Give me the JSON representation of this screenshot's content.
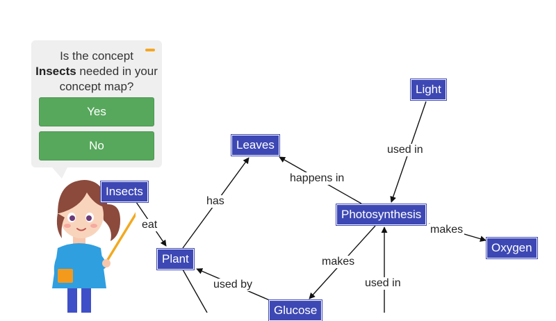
{
  "popup": {
    "question_before": "Is the concept",
    "concept": "Insects",
    "question_after": "needed in your concept map?",
    "yes_label": "Yes",
    "no_label": "No"
  },
  "nodes": {
    "light": "Light",
    "leaves": "Leaves",
    "insects": "Insects",
    "photosynthesis": "Photosynthesis",
    "plant": "Plant",
    "oxygen": "Oxygen",
    "glucose": "Glucose"
  },
  "edges": {
    "used_in_light": "used in",
    "happens_in": "happens in",
    "has": "has",
    "eat": "eat",
    "makes_oxygen": "makes",
    "makes_glucose": "makes",
    "used_by": "used by",
    "used_in_glucose": "used in"
  },
  "colors": {
    "node_fill": "#3d48b4",
    "button_green": "#57a85c",
    "popup_bg": "#efefef",
    "accent_orange": "#f5a623"
  }
}
